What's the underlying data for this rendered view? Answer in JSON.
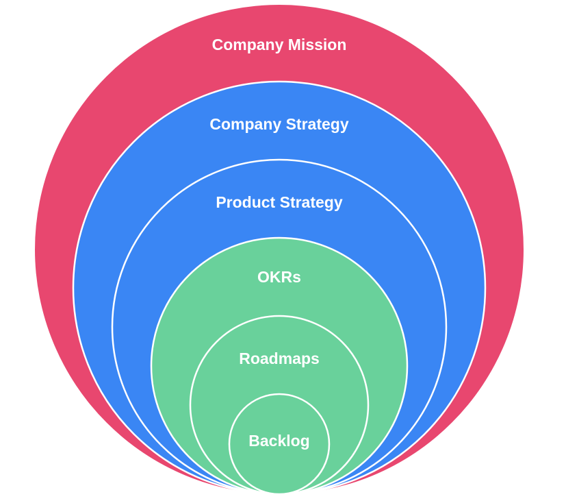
{
  "diagram": {
    "title": "Strategy hierarchy nested circles",
    "colors": {
      "mission": "#E8476F",
      "strategy": "#3A86F4",
      "execution": "#69D19B",
      "divider": "#FFFFFF",
      "label": "#FFFFFF",
      "background": "#FFFFFF"
    },
    "levels": [
      {
        "id": "company-mission",
        "label": "Company Mission",
        "color_key": "mission"
      },
      {
        "id": "company-strategy",
        "label": "Company Strategy",
        "color_key": "strategy"
      },
      {
        "id": "product-strategy",
        "label": "Product Strategy",
        "color_key": "strategy"
      },
      {
        "id": "okrs",
        "label": "OKRs",
        "color_key": "execution"
      },
      {
        "id": "roadmaps",
        "label": "Roadmaps",
        "color_key": "execution"
      },
      {
        "id": "backlog",
        "label": "Backlog",
        "color_key": "execution"
      }
    ]
  }
}
